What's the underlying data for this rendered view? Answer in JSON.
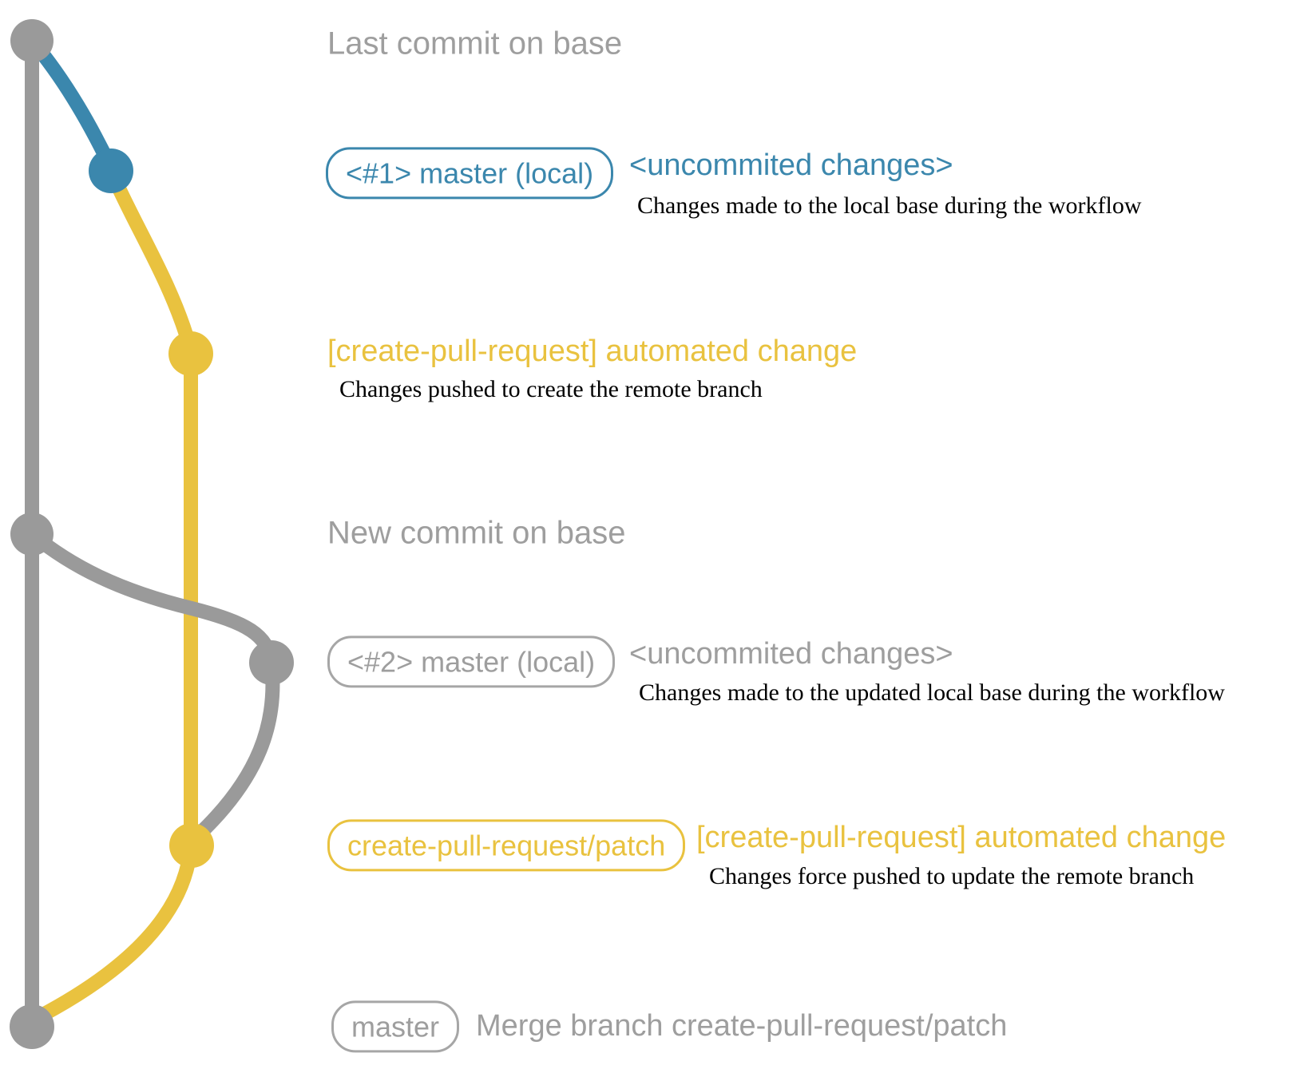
{
  "palette": {
    "base_gray": "#9a9a9a",
    "local_blue": "#3b87ad",
    "remote_yellow": "#e9c23f",
    "description_black": "#000000"
  },
  "headings": {
    "last_commit": "Last commit on base",
    "new_commit": "New commit on base"
  },
  "labels": {
    "master_local_1": "<#1> master (local)",
    "master_local_2": "<#2> master (local)",
    "cpr_patch": "create-pull-request/patch",
    "master": "master"
  },
  "annotations": {
    "uncommitted_1": "<uncommited changes>",
    "uncommitted_2": "<uncommited changes>",
    "automated_change_1": "[create-pull-request] automated change",
    "automated_change_2": "[create-pull-request] automated change",
    "merge": "Merge branch create-pull-request/patch"
  },
  "descriptions": {
    "d1": "Changes made to the local base during the workflow",
    "d2": "Changes pushed to create the remote branch",
    "d3": "Changes made to the updated local base during the workflow",
    "d4": "Changes force pushed to update the remote branch"
  },
  "graph": {
    "nodes": [
      {
        "id": "base-1",
        "color": "#9a9a9a"
      },
      {
        "id": "local-1",
        "color": "#3b87ad"
      },
      {
        "id": "remote-1",
        "color": "#e9c23f"
      },
      {
        "id": "base-2",
        "color": "#9a9a9a"
      },
      {
        "id": "local-2",
        "color": "#9a9a9a"
      },
      {
        "id": "remote-2",
        "color": "#e9c23f"
      },
      {
        "id": "merge",
        "color": "#9a9a9a"
      }
    ]
  }
}
